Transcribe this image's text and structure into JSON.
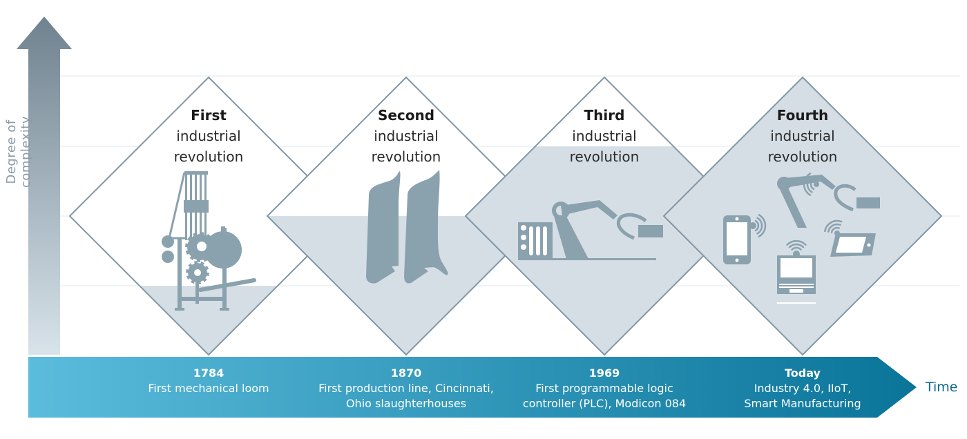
{
  "axis": {
    "y_title": "Degree of complexity",
    "x_title": "Time"
  },
  "colors": {
    "axis_arrow_top": "#6f828f",
    "axis_arrow_bottom": "#d8e3ea",
    "diamond_stroke": "#7f96a5",
    "diamond_fill": "#d6dee5",
    "icon_fill": "#8aa1ae",
    "gridline": "#e2e8ec",
    "timeline_start": "#5bbcdc",
    "timeline_end": "#0a7499",
    "time_label": "#0a6a8e"
  },
  "revolutions": [
    {
      "ordinal": "First",
      "line2": "industrial",
      "line3": "revolution",
      "icon": "mechanical-loom-icon",
      "complexity_level": 1,
      "year": "1784",
      "desc_line1": "First mechanical loom",
      "desc_line2": ""
    },
    {
      "ordinal": "Second",
      "line2": "industrial",
      "line3": "revolution",
      "icon": "meat-carcass-icon",
      "complexity_level": 2,
      "year": "1870",
      "desc_line1": "First production line, Cincinnati,",
      "desc_line2": "Ohio slaughterhouses"
    },
    {
      "ordinal": "Third",
      "line2": "industrial",
      "line3": "revolution",
      "icon": "robot-arm-plc-icon",
      "complexity_level": 3,
      "year": "1969",
      "desc_line1": "First programmable logic",
      "desc_line2": "controller (PLC), Modicon 084"
    },
    {
      "ordinal": "Fourth",
      "line2": "industrial",
      "line3": "revolution",
      "icon": "connected-devices-icon",
      "complexity_level": 4,
      "year": "Today",
      "desc_line1": "Industry 4.0, IIoT,",
      "desc_line2": "Smart Manufacturing"
    }
  ],
  "complexity_levels_max": 4
}
